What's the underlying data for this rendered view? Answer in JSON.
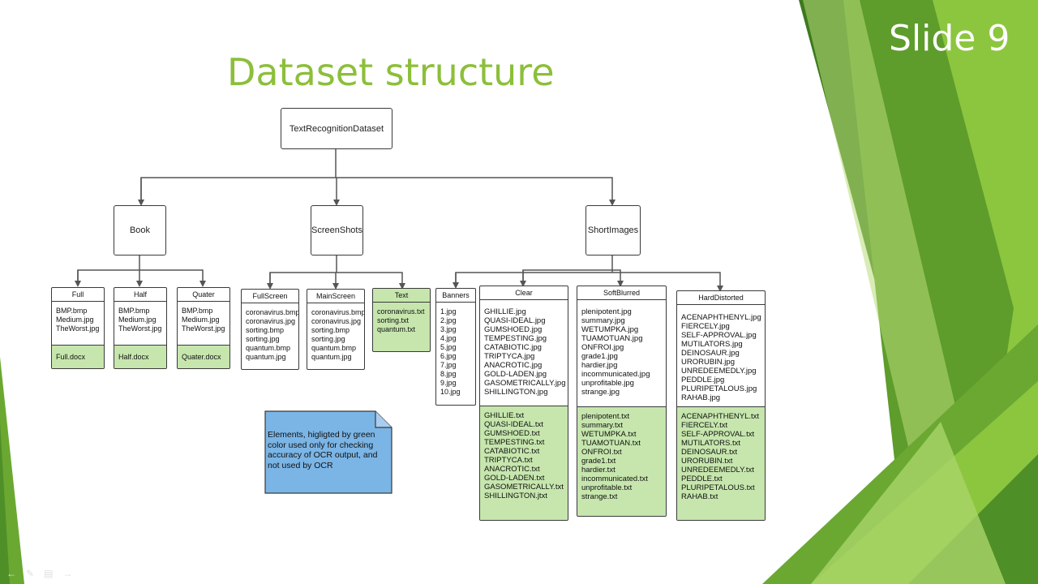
{
  "slide": {
    "title": "Dataset structure",
    "number_label": "Slide 9"
  },
  "colors": {
    "title": "#8cbf3a",
    "highlight_green": "#c6e6ad",
    "note_blue": "#7bb5e6",
    "accent_green_dark": "#4f8f28",
    "accent_green_light": "#8cc63f"
  },
  "diagram": {
    "root": "TextRecognitionDataset",
    "level1": [
      "Book",
      "ScreenShots",
      "ShortImages"
    ],
    "folders": {
      "full": {
        "title": "Full",
        "files": "BMP.bmp\nMedium.jpg\nTheWorst.jpg",
        "green_files": "Full.docx"
      },
      "half": {
        "title": "Half",
        "files": "BMP.bmp\nMedium.jpg\nTheWorst.jpg",
        "green_files": "Half.docx"
      },
      "quater": {
        "title": "Quater",
        "files": "BMP.bmp\nMedium.jpg\nTheWorst.jpg",
        "green_files": "Quater.docx"
      },
      "fullscreen": {
        "title": "FullScreen",
        "files": "coronavirus.bmp\ncoronavirus.jpg\nsorting.bmp\nsorting.jpg\nquantum.bmp\nquantum.jpg"
      },
      "mainscreen": {
        "title": "MainScreen",
        "files": "coronavirus.bmp\ncoronavirus.jpg\nsorting.bmp\nsorting.jpg\nquantum.bmp\nquantum.jpg"
      },
      "text": {
        "title": "Text",
        "files": "coronavirus.txt\nsorting.txt\nquantum.txt"
      },
      "banners": {
        "title": "Banners",
        "files": "1.jpg\n2.jpg\n3.jpg\n4.jpg\n5.jpg\n6.jpg\n7.jpg\n8.jpg\n9.jpg\n10.jpg"
      },
      "clear": {
        "title": "Clear",
        "files": "GHILLIE.jpg\nQUASI-IDEAL.jpg\nGUMSHOED.jpg\nTEMPESTING.jpg\nCATABIOTIC.jpg\nTRIPTYCA.jpg\nANACROTIC.jpg\nGOLD-LADEN.jpg\nGASOMETRICALLY.jpg\nSHILLINGTON.jpg",
        "green_files": "GHILLIE.txt\nQUASI-IDEAL.txt\nGUMSHOED.txt\nTEMPESTING.txt\nCATABIOTIC.txt\nTRIPTYCA.txt\nANACROTIC.txt\nGOLD-LADEN.txt\nGASOMETRICALLY.txt\nSHILLINGTON.jtxt"
      },
      "softblurred": {
        "title": "SoftBlurred",
        "files": "plenipotent.jpg\nsummary.jpg\nWETUMPKA.jpg\nTUAMOTUAN.jpg\nONFROI.jpg\ngrade1.jpg\nhardier.jpg\nincommunicated.jpg\nunprofitable.jpg\nstrange.jpg",
        "green_files": "plenipotent.txt\nsummary.txt\nWETUMPKA.txt\nTUAMOTUAN.txt\nONFROI.txt\ngrade1.txt\nhardier.txt\nincommunicated.txt\nunprofitable.txt\nstrange.txt"
      },
      "harddistorted": {
        "title": "HardDistorted",
        "files": "ACENAPHTHENYL.jpg\nFIERCELY.jpg\nSELF-APPROVAL.jpg\nMUTILATORS.jpg\nDEINOSAUR.jpg\nURORUBIN.jpg\nUNREDEEMEDLY.jpg\nPEDDLE.jpg\nPLURIPETALOUS.jpg\nRAHAB.jpg",
        "green_files": "ACENAPHTHENYL.txt\nFIERCELY.txt\nSELF-APPROVAL.txt\nMUTILATORS.txt\nDEINOSAUR.txt\nURORUBIN.txt\nUNREDEEMEDLY.txt\nPEDDLE.txt\nPLURIPETALOUS.txt\nRAHAB.txt"
      }
    },
    "note": "Elements, higligted by green color used only for checking accuracy of OCR output, and not used by OCR"
  }
}
